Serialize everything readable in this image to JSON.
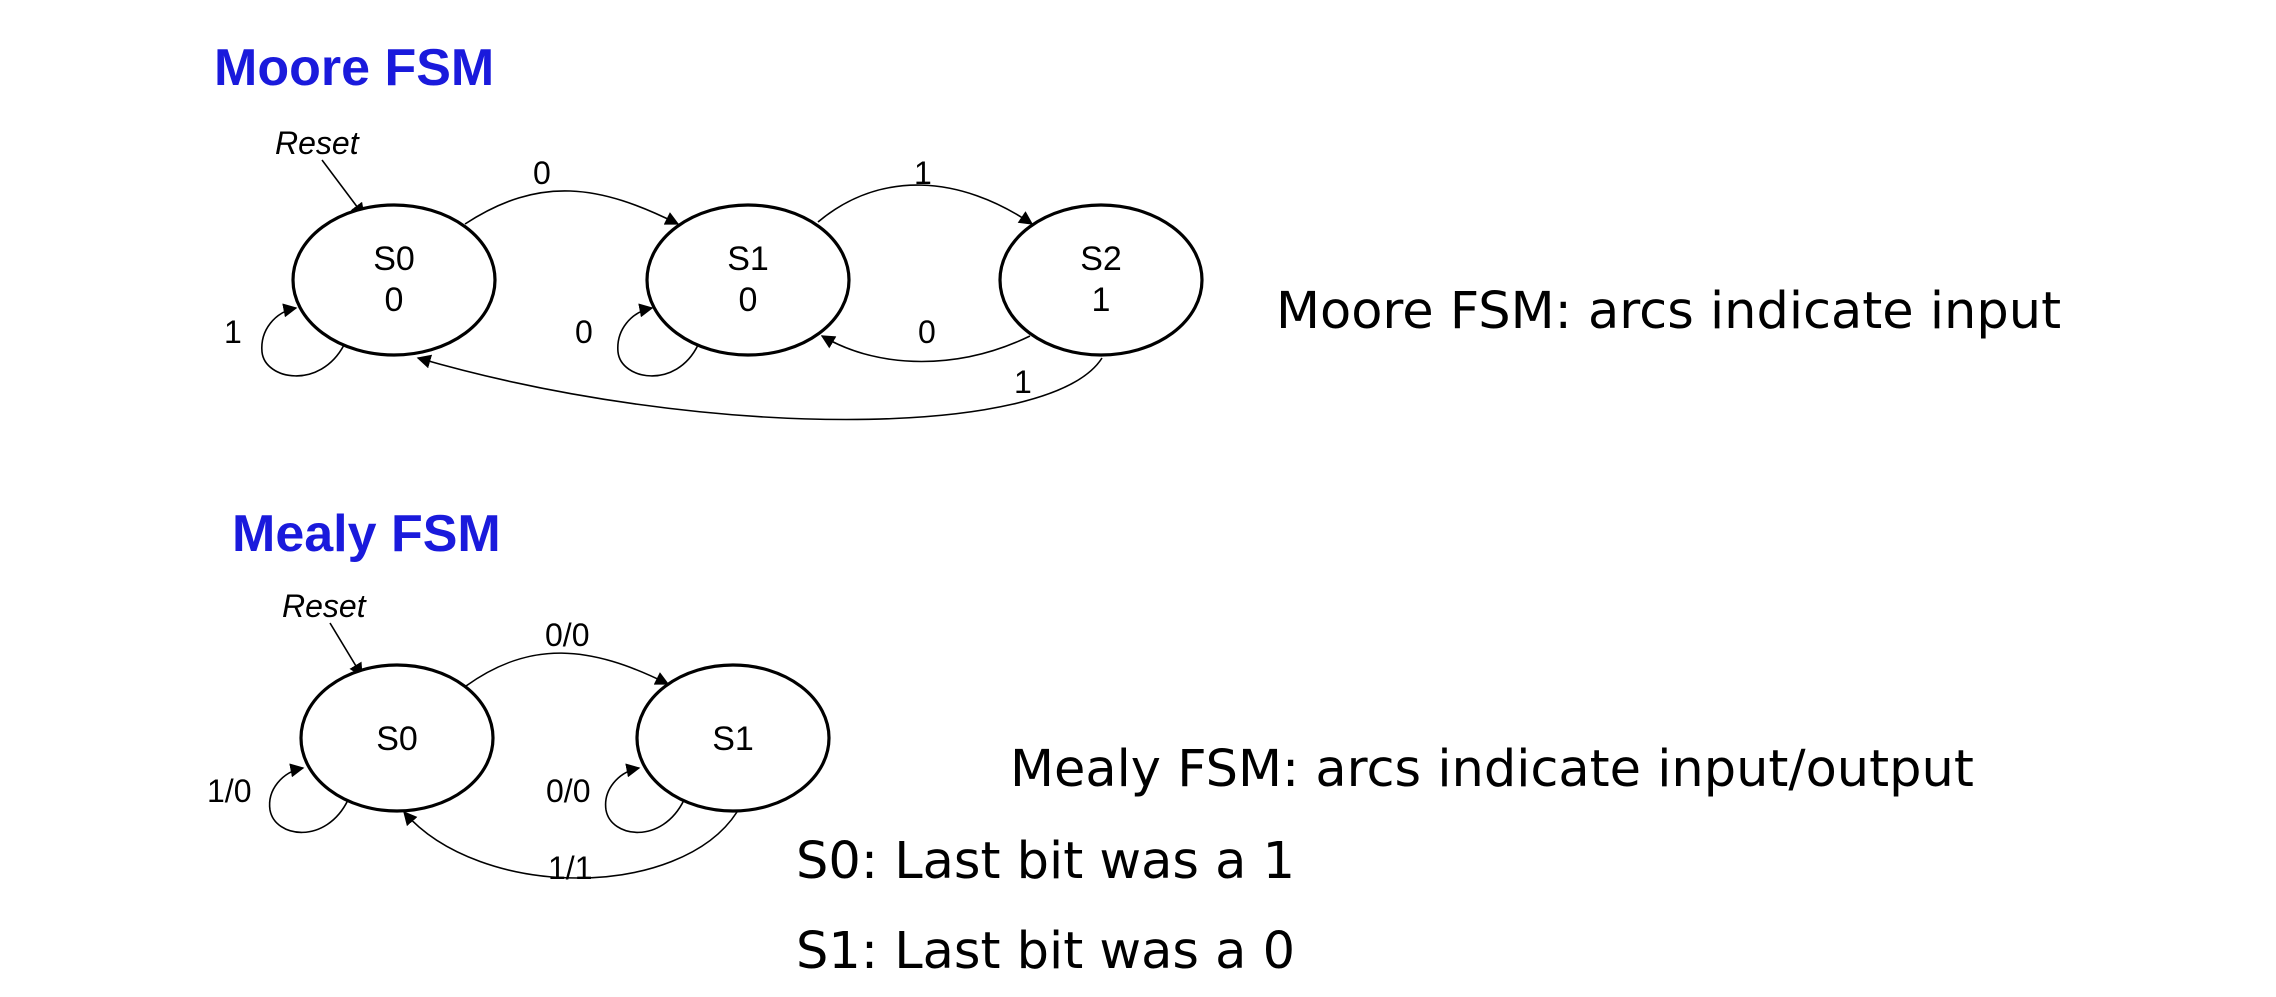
{
  "moore": {
    "title": "Moore FSM",
    "caption": "Moore FSM: arcs indicate input",
    "reset_label": "Reset",
    "states": [
      {
        "name": "S0",
        "output": "0"
      },
      {
        "name": "S1",
        "output": "0"
      },
      {
        "name": "S2",
        "output": "1"
      }
    ],
    "transitions": {
      "s0_self": "1",
      "s0_to_s1": "0",
      "s1_self": "0",
      "s1_to_s2": "1",
      "s2_to_s1": "0",
      "s2_to_s0": "1"
    }
  },
  "mealy": {
    "title": "Mealy FSM",
    "caption": "Mealy FSM: arcs indicate input/output",
    "reset_label": "Reset",
    "states": [
      {
        "name": "S0"
      },
      {
        "name": "S1"
      }
    ],
    "transitions": {
      "s0_self": "1/0",
      "s0_to_s1": "0/0",
      "s1_self": "0/0",
      "s1_to_s0": "1/1"
    },
    "notes": [
      "S0: Last bit was a 1",
      "S1: Last bit was a 0"
    ]
  },
  "colors": {
    "heading": "#1a1adc",
    "text": "#000000"
  }
}
